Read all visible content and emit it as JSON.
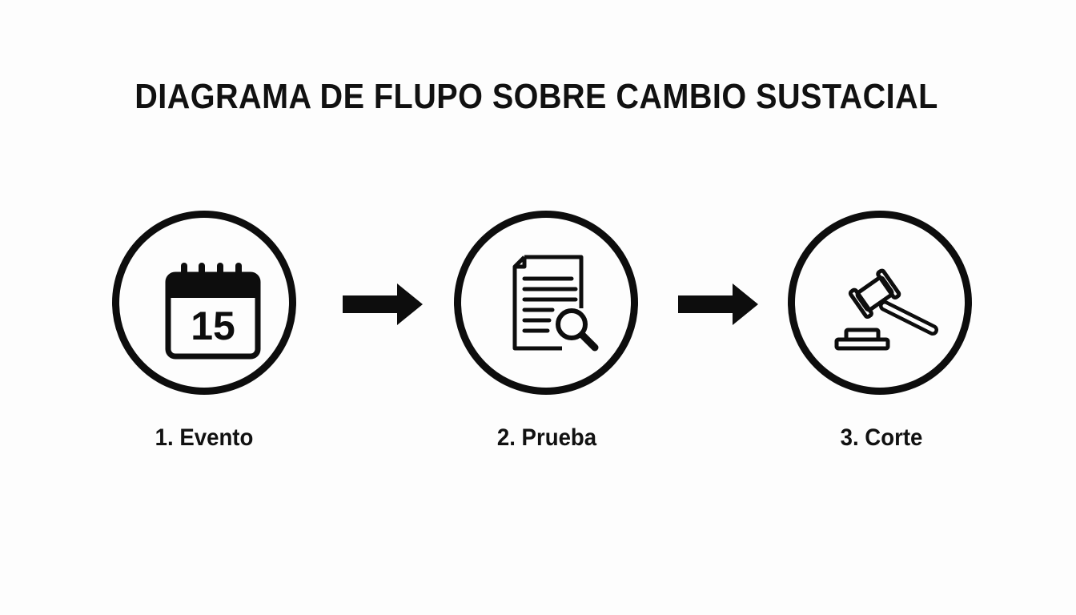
{
  "title": "DIAGRAMA DE FLUPO SOBRE CAMBIO SUSTACIAL",
  "steps": [
    {
      "label": "1. Evento",
      "icon": "calendar-icon",
      "calendar_day": "15"
    },
    {
      "label": "2. Prueba",
      "icon": "document-search-icon"
    },
    {
      "label": "3. Corte",
      "icon": "gavel-icon"
    }
  ],
  "colors": {
    "ink": "#0d0d0d",
    "background": "#fdfdfd"
  }
}
